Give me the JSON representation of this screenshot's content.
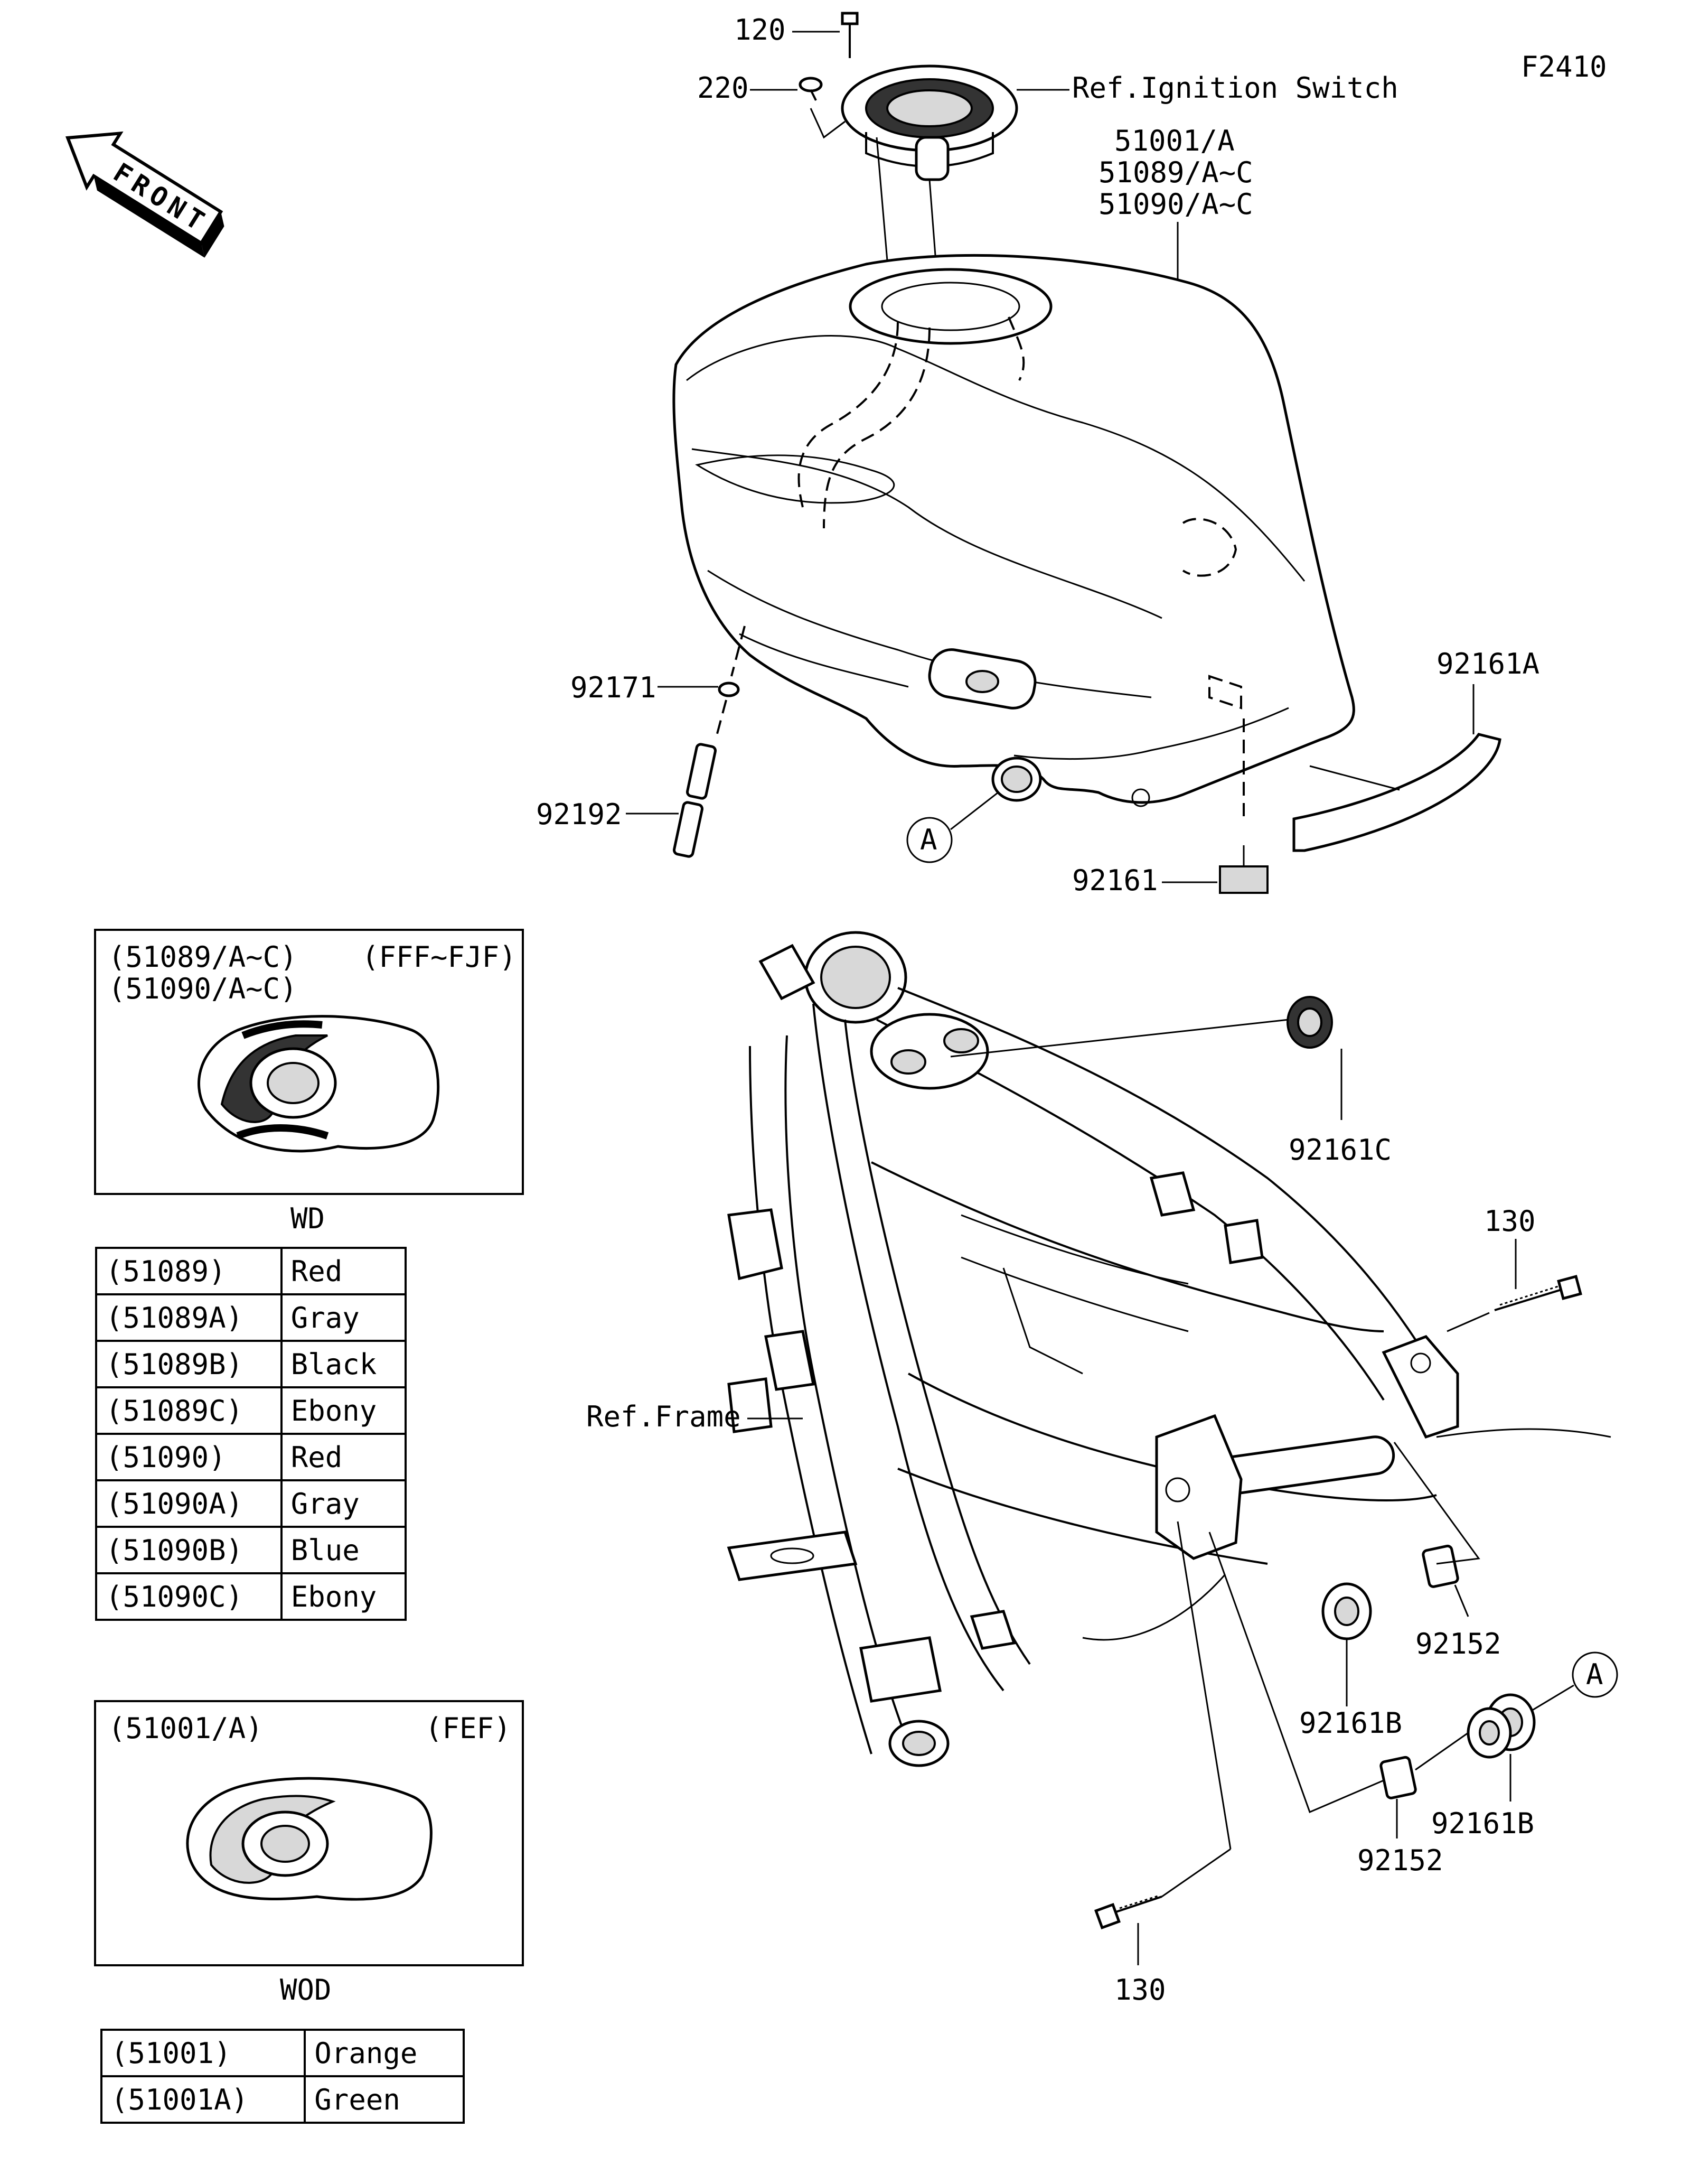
{
  "diagram_code": "F2410",
  "front_label": "FRONT",
  "callouts": {
    "p120": "120",
    "p220": "220",
    "ref_ignition": "Ref.Ignition Switch",
    "tank_a": "51001/A",
    "tank_b": "51089/A~C",
    "tank_c": "51090/A~C",
    "p92171": "92171",
    "p92192": "92192",
    "p92161": "92161",
    "p92161A": "92161A",
    "p92161C": "92161C",
    "p130_top": "130",
    "p130_bottom": "130",
    "ref_frame": "Ref.Frame",
    "p92152_a": "92152",
    "p92152_b": "92152",
    "p92161B_a": "92161B",
    "p92161B_b": "92161B",
    "circle_a_1": "A",
    "circle_a_2": "A"
  },
  "box_wd": {
    "line1": "(51089/A~C)",
    "line2": "(51090/A~C)",
    "code": "(FFF~FJF)",
    "caption": "WD"
  },
  "box_wod": {
    "line1": "(51001/A)",
    "code": "(FEF)",
    "caption": "WOD"
  },
  "color_table_wd": [
    {
      "part": "(51089)",
      "color": "Red"
    },
    {
      "part": "(51089A)",
      "color": "Gray"
    },
    {
      "part": "(51089B)",
      "color": "Black"
    },
    {
      "part": "(51089C)",
      "color": "Ebony"
    },
    {
      "part": "(51090)",
      "color": "Red"
    },
    {
      "part": "(51090A)",
      "color": "Gray"
    },
    {
      "part": "(51090B)",
      "color": "Blue"
    },
    {
      "part": "(51090C)",
      "color": "Ebony"
    }
  ],
  "color_table_wod": [
    {
      "part": "(51001)",
      "color": "Orange"
    },
    {
      "part": "(51001A)",
      "color": "Green"
    }
  ]
}
